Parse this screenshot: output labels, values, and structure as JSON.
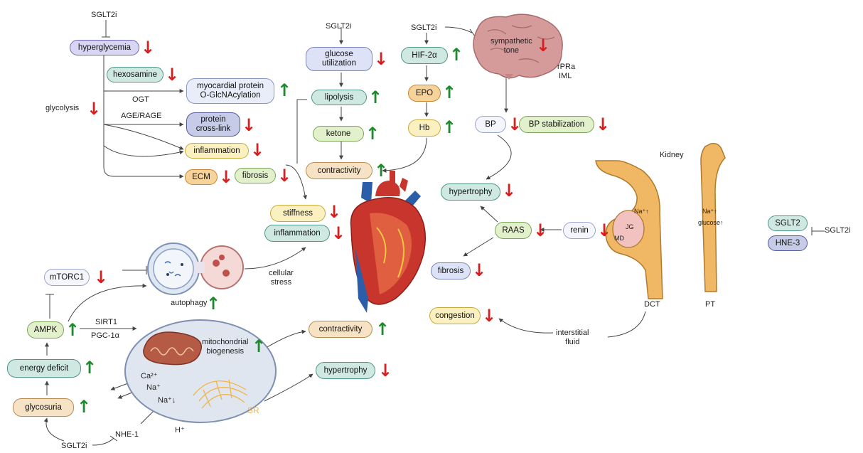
{
  "sglt2i": "SGLT2i",
  "nodes": {
    "hyperglycemia": "hyperglycemia",
    "hexosamine": "hexosamine",
    "myocardial": "myocardial  protein\nO-GlcNAcylation",
    "protein_crosslink": "protein\ncross-link",
    "inflammation_top": "inflammation",
    "ecm": "ECM",
    "fibrosis_top": "fibrosis",
    "glucose_util": "glucose\nutilization",
    "lipolysis": "lipolysis",
    "ketone": "ketone",
    "contractivity_top": "contractivity",
    "hif": "HIF-2α",
    "epo": "EPO",
    "hb": "Hb",
    "bp": "BP",
    "bp_stab": "BP stabilization",
    "stiffness": "stiffness",
    "inflammation_mid": "inflammation",
    "hypertrophy_right": "hypertrophy",
    "raas": "RAAS",
    "renin": "renin",
    "fibrosis_right": "fibrosis",
    "congestion": "congestion",
    "mtorc1": "mTORC1",
    "ampk": "AMPK",
    "energy_deficit": "energy deficit",
    "glycosuria": "glycosuria",
    "contractivity_low": "contractivity",
    "hypertrophy_low": "hypertrophy",
    "sglt2": "SGLT2",
    "hne3": "HNE-3"
  },
  "labels": {
    "ogt": "OGT",
    "age_rage": "AGE/RAGE",
    "glycolysis": "glycolysis",
    "sympathetic": "sympathetic\ntone",
    "rpra": "rPRa",
    "iml": "IML",
    "kidney": "Kidney",
    "cellular_stress": "cellular\nstress",
    "autophagy": "autophagy",
    "sirt1": "SIRT1",
    "pgc1a": "PGC-1α",
    "mito": "mitochondrial\nbiogenesis",
    "ca": "Ca²⁺",
    "na": "Na⁺",
    "na_down": "Na⁺↓",
    "h": "H⁺",
    "nhe1": "NHE-1",
    "sr": "SR",
    "interstitial": "interstitial\nfluid",
    "dct": "DCT",
    "pt": "PT",
    "na_up_dct": "Na⁺↑",
    "jg": "JG",
    "md": "MD",
    "na_up_pt": "Na⁺↑",
    "glucose_up_pt": "glucose↑"
  },
  "arrows": {
    "up": "↑",
    "down": "↓"
  },
  "colors": {
    "up_arrow": "#1e8a2e",
    "down_arrow": "#d81e1e",
    "tubule": "#f0b765",
    "heart_red": "#c8352c"
  }
}
